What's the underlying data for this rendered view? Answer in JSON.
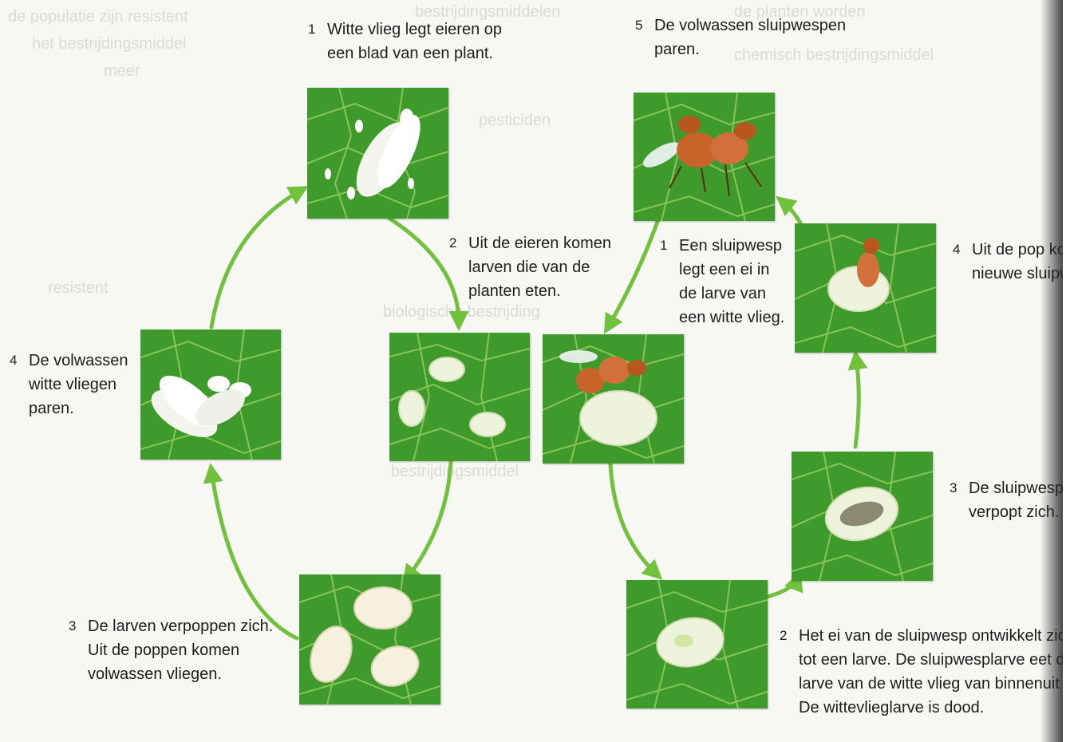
{
  "background_text": [
    "de planten worden",
    "chemisch bestrijdingsmiddel",
    "bestrijdingsmiddelen",
    "de populatie zijn resistent",
    "het bestrijdingsmiddel",
    "meer",
    "pesticiden",
    "bestrijdingsmiddel",
    "resistent",
    "biologische bestrijding"
  ],
  "whitefly_cycle": {
    "step1": {
      "num": "1",
      "lines": [
        "Witte vlieg legt eieren op",
        "een blad van een plant."
      ]
    },
    "step2": {
      "num": "2",
      "lines": [
        "Uit de eieren komen",
        "larven die van de",
        "planten eten."
      ]
    },
    "step3": {
      "num": "3",
      "lines": [
        "De larven verpoppen zich.",
        "Uit de poppen komen",
        "volwassen vliegen."
      ]
    },
    "step4": {
      "num": "4",
      "lines": [
        "De volwassen",
        "witte vliegen",
        "paren."
      ]
    }
  },
  "wasp_cycle": {
    "step1": {
      "num": "1",
      "lines": [
        "Een sluipwesp",
        "legt een ei in",
        "de larve van",
        "een witte vlieg."
      ]
    },
    "step2": {
      "num": "2",
      "lines": [
        "Het ei van de sluipwesp ontwikkelt zich",
        "tot een larve. De sluipwesplarve eet de",
        "larve van de witte vlieg van binnenuit op.",
        "De wittevlieglarve is dood."
      ]
    },
    "step3": {
      "num": "3",
      "lines": [
        "De sluipwesp",
        "verpopt zich."
      ]
    },
    "step4": {
      "num": "4",
      "lines": [
        "Uit de pop komt een",
        "nieuwe sluipwesp."
      ]
    },
    "step5": {
      "num": "5",
      "lines": [
        "De volwassen sluipwespen",
        "paren."
      ]
    }
  },
  "colors": {
    "arrow": "#72c13d",
    "leaf": "#3f9a2c",
    "leaf_vein": "#a7d86a",
    "larva": "#eef3dc",
    "wasp": "#c8642a"
  }
}
